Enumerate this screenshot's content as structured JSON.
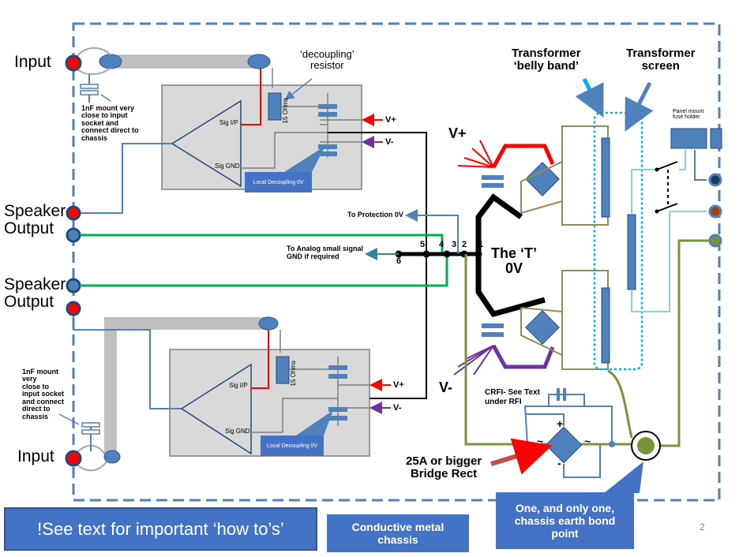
{
  "labels": {
    "input_top": "Input",
    "input_bottom": "Input",
    "speaker_output_top": "Speaker\nOutput",
    "speaker_output_bottom": "Speaker\nOutput",
    "cap_note_top": "1nF mount very\nclose to input\nsocket and\nconnect direct to\nchassis",
    "cap_note_bottom": "1nF mount\nvery\nclose to\ninput socket\nand connect\ndirect to\nchassis",
    "decoupling_resistor": "‘decoupling’\nresistor",
    "sig_ip": "Sig I/P",
    "sig_gnd": "Sig GND",
    "ohms_15": "15 Ohms",
    "local_decoupling": "Local Decoupling\n0V",
    "v_plus": "V+",
    "v_minus": "V-",
    "to_protection": "To Protection 0V",
    "to_analog": "To Analog small signal\nGND if required",
    "node_1": "1",
    "node_2": "2",
    "node_3": "3",
    "node_4": "4",
    "node_5": "5",
    "node_6": "6",
    "the_t": "The ‘T’\n0V",
    "rail_v_plus": "V+",
    "rail_v_minus": "V-",
    "transformer_belly": "Transformer\n‘belly band’",
    "transformer_screen": "Transformer\nscreen",
    "panel_fuse": "Panel mount\nfuse holder",
    "crfi": "CRFI- See Text\nunder RFI",
    "bridge_plus": "+",
    "bridge_minus": "-",
    "bridge_tilde_left": "~",
    "bridge_tilde_right": "~",
    "bridge_rect": "25A or bigger\nBridge Rect",
    "see_text": "!See text for important ‘how to’s’",
    "conductive": "Conductive metal\nchassis",
    "chassis_bond": "One, and only one,\nchassis earth bond\npoint",
    "page_number": "2"
  },
  "colors": {
    "chassis_border": "#4f81bd",
    "board_fill": "#d9d9d9",
    "callout_fill": "#4472c4",
    "v_plus_wire": "#ff0000",
    "v_minus_wire": "#7030a0",
    "ground_wire": "#000000",
    "speaker_wire": "#00b050",
    "transformer_wire": "#948a54",
    "earth_wire": "#77933c",
    "signal_wire": "#4f81bd",
    "bridge_arrow": "#c0504d",
    "screen_dotted": "#00b0f0"
  }
}
